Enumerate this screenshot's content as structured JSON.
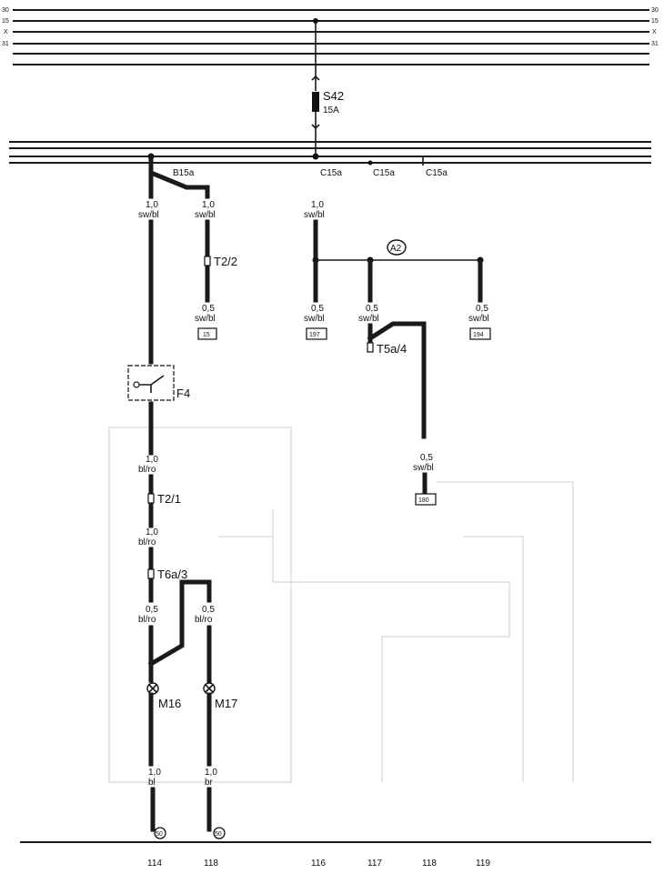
{
  "rails": {
    "top_left": [
      "30",
      "15",
      "X",
      "31",
      "",
      ""
    ],
    "top_right": [
      "30",
      "15",
      "X",
      "31",
      "",
      ""
    ],
    "mid_left": [
      "",
      ""
    ],
    "mid_right": [
      "",
      ""
    ]
  },
  "fuse": {
    "id": "S42",
    "rating": "15A"
  },
  "connectors": {
    "b15a": "B15a",
    "c15a_1": "C15a",
    "c15a_2": "C15a",
    "c15a_3": "C15a",
    "a2": "A2",
    "t2_2": "T2/2",
    "t2_1": "T2/1",
    "t6a_3": "T6a/3",
    "t5a_4": "T5a/4"
  },
  "wires": {
    "w1": {
      "size": "1,0",
      "color": "sw/bl"
    },
    "w2": {
      "size": "1,0",
      "color": "sw/bl"
    },
    "w3": {
      "size": "1,0",
      "color": "sw/bl"
    },
    "w4": {
      "size": "0,5",
      "color": "sw/bl"
    },
    "w5": {
      "size": "0,5",
      "color": "sw/bl"
    },
    "w6": {
      "size": "0,5",
      "color": "sw/bl"
    },
    "w7": {
      "size": "0,5",
      "color": "sw/bl"
    },
    "w8": {
      "size": "0,5",
      "color": "sw/bl"
    },
    "w9": {
      "size": "1,0",
      "color": "bl/ro"
    },
    "w10": {
      "size": "1,0",
      "color": "bl/ro"
    },
    "w11": {
      "size": "0,5",
      "color": "bl/ro"
    },
    "w12": {
      "size": "0,5",
      "color": "bl/ro"
    },
    "w13": {
      "size": "1,0",
      "color": "bl"
    },
    "w14": {
      "size": "1,0",
      "color": "br"
    }
  },
  "refs": {
    "r15": "15",
    "r197": "197",
    "r194": "194",
    "r180": "180"
  },
  "components": {
    "f4": "F4",
    "m16": "M16",
    "m17": "M17"
  },
  "grounds": {
    "g1": "50",
    "g2": "50"
  },
  "columns": [
    "114",
    "118",
    "116",
    "117",
    "118",
    "119"
  ]
}
